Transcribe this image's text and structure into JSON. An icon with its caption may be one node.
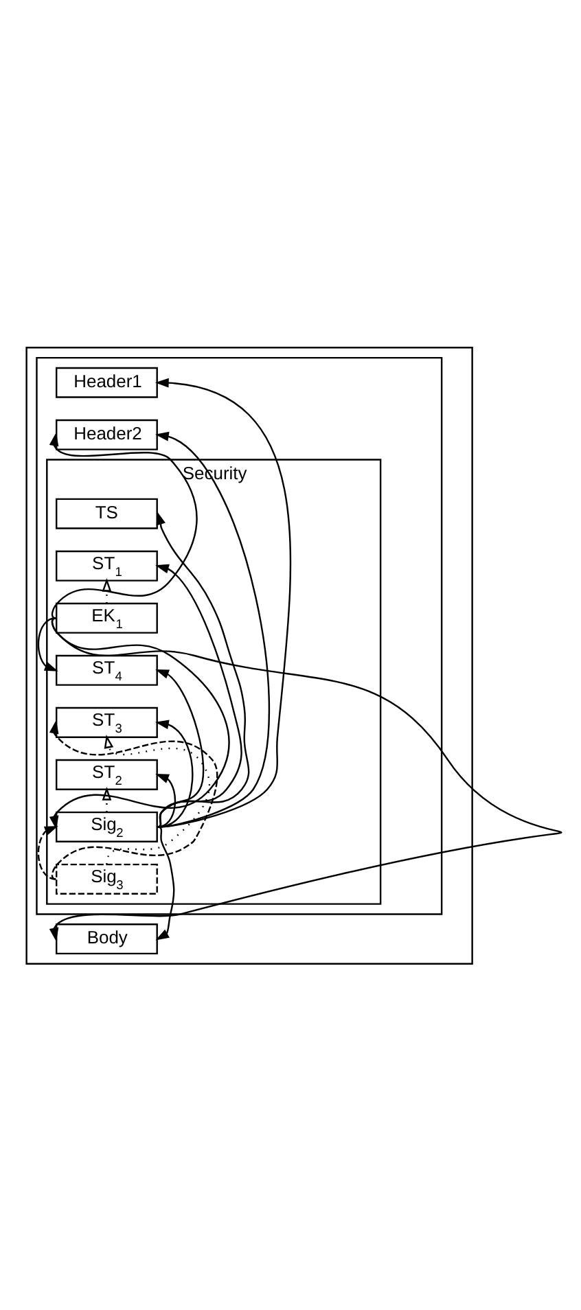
{
  "diagram": {
    "nodes": [
      {
        "text": [],
        "shape": "box"
      },
      {
        "text": [],
        "shape": "box",
        "in": 0
      },
      {
        "text": [
          "Header1"
        ],
        "in": 1
      },
      {
        "text": [
          "Header2"
        ],
        "in": 1
      },
      {
        "text": [
          "Security"
        ],
        "in": 1
      },
      {
        "text": [
          "TS"
        ],
        "in": 4
      },
      {
        "text": [
          "ST$_{1}$"
        ],
        "in": 4
      },
      {
        "text": [
          "EK$_{1}$"
        ],
        "in": 4
      },
      {
        "text": [
          "ST$_{4}$"
        ],
        "in": 4
      },
      {
        "text": [
          "ST$_{3}$"
        ],
        "in": 4
      },
      {
        "text": [
          "ST$_{2}$"
        ],
        "in": 4
      },
      {
        "text": [
          "Sig$_{2}$"
        ],
        "in": 4
      },
      {
        "text": [
          "Sig$_{3}$"
        ],
        "in": 4
      },
      {
        "text": [
          "Body"
        ],
        "in": 0
      }
    ],
    "edges": [
      {
        "from": 11,
        "to": 2,
        "arrow": "to"
      },
      {
        "from": 11,
        "to": 3,
        "arrow": "to"
      },
      {
        "from": 11,
        "to": 5,
        "arrow": "to"
      },
      {
        "from": 11,
        "to": 6,
        "arrow": "to"
      },
      {
        "from": 11,
        "to": 8,
        "arrow": "to"
      },
      {
        "from": 11,
        "to": 9,
        "arrow": "to"
      },
      {
        "from": 11,
        "to": 10,
        "arrow": "to"
      },
      {
        "from": 11,
        "to": 13,
        "arrow": "to"
      },
      {
        "from": 7,
        "to": 3,
        "arrow": "to"
      },
      {
        "from": 7,
        "to": 8,
        "arrow": "to"
      },
      {
        "from": 7,
        "to": 11,
        "arrow": "to"
      },
      {
        "from": 7,
        "to": 13,
        "arrow": "to"
      },
      {
        "from": 7,
        "to": 6,
        "arrow": "to",
        "style": "dashed"
      },
      {
        "from": 11,
        "to": 10,
        "arrow": "to",
        "style": "dashed"
      },
      {
        "from": 12,
        "to": 9,
        "arrow": "to",
        "style": "dashed"
      },
      {
        "from": 12,
        "to": 9,
        "arrow": "to",
        "style": "dashed"
      },
      {
        "from": 12,
        "to": 11,
        "arrow": "to",
        "style": "dashed"
      }
    ]
  }
}
